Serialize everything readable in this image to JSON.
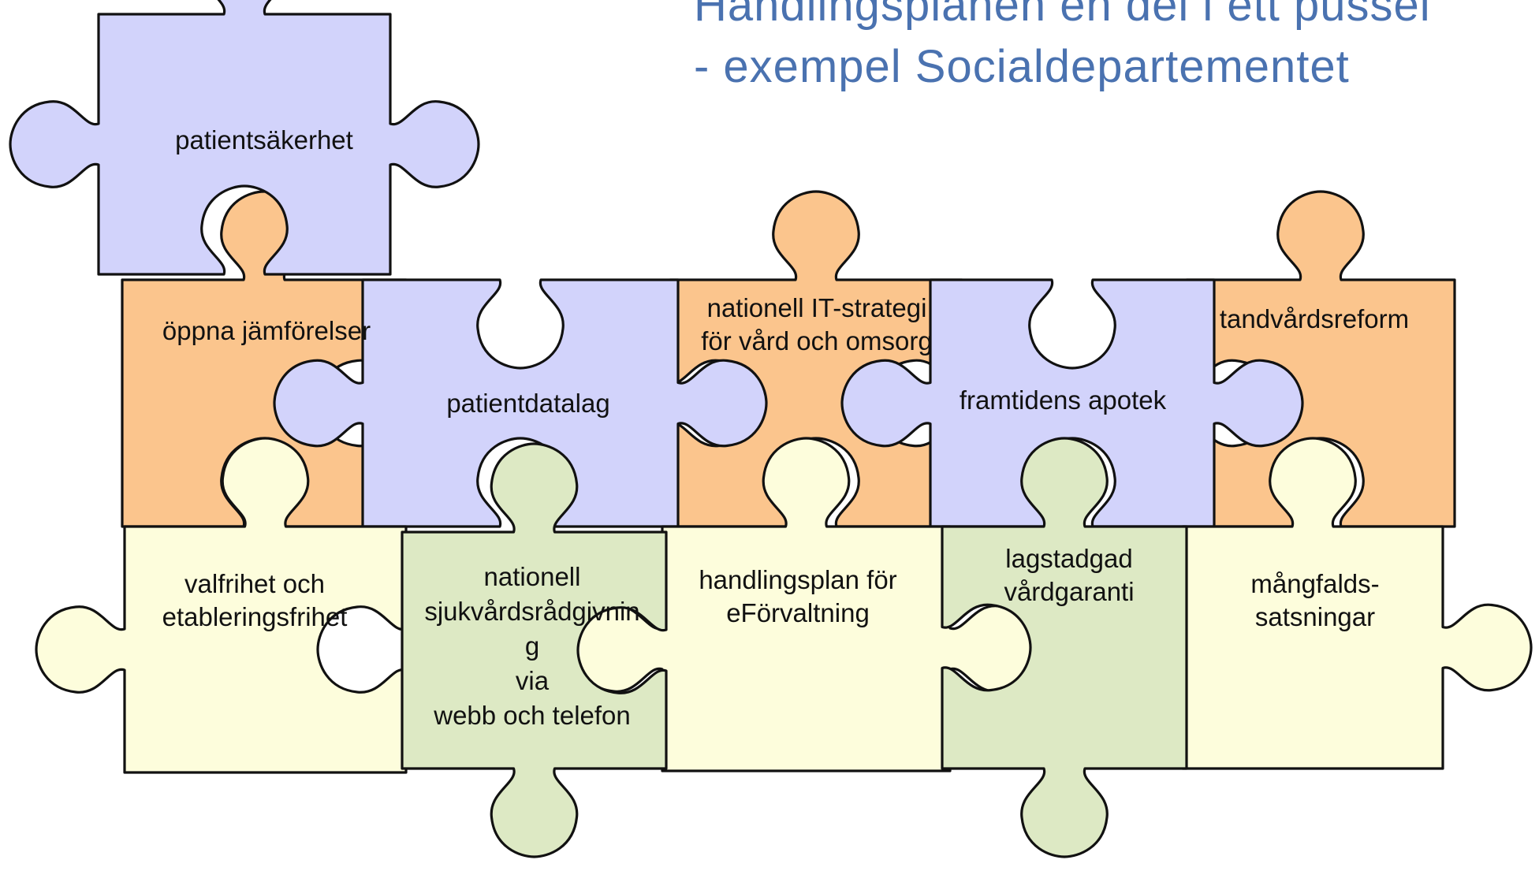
{
  "title": {
    "line1": "Handlingsplanen en del i ett pussel",
    "line2": "- exempel Socialdepartementet",
    "color": "#4a72b0"
  },
  "colors": {
    "blue": "#d2d3fb",
    "orange": "#fbc58d",
    "cream": "#fdfddc",
    "green": "#dde9c4",
    "outline": "#111111"
  },
  "pieces": [
    {
      "id": "patientsakerhet",
      "color": "blue",
      "icon": "puzzle-piece-icon",
      "lines": [
        "patientsäkerhet"
      ]
    },
    {
      "id": "oppna-jamforelser",
      "color": "orange",
      "icon": "puzzle-piece-icon",
      "lines": [
        "öppna jämförelser"
      ]
    },
    {
      "id": "patientdatalag",
      "color": "blue",
      "icon": "puzzle-piece-icon",
      "lines": [
        "patientdatalag"
      ]
    },
    {
      "id": "nationell-it-strategi",
      "color": "orange",
      "icon": "puzzle-piece-icon",
      "lines": [
        "nationell IT-strategi",
        "för vård och omsorg"
      ]
    },
    {
      "id": "framtidens-apotek",
      "color": "blue",
      "icon": "puzzle-piece-icon",
      "lines": [
        "framtidens apotek"
      ]
    },
    {
      "id": "tandvardsreform",
      "color": "orange",
      "icon": "puzzle-piece-icon",
      "lines": [
        "tandvårdsreform"
      ]
    },
    {
      "id": "valfrihet",
      "color": "cream",
      "icon": "puzzle-piece-icon",
      "lines": [
        "valfrihet och",
        "etableringsfrihet"
      ]
    },
    {
      "id": "sjukvardsradgivning",
      "color": "green",
      "icon": "puzzle-piece-icon",
      "lines": [
        "nationell",
        "sjukvårdsrådgivnin",
        "g",
        "via",
        "webb och telefon"
      ]
    },
    {
      "id": "handlingsplan-eforvaltning",
      "color": "cream",
      "icon": "puzzle-piece-icon",
      "lines": [
        "handlingsplan för",
        "eFörvaltning"
      ]
    },
    {
      "id": "vardgaranti",
      "color": "green",
      "icon": "puzzle-piece-icon",
      "lines": [
        "lagstadgad",
        "vårdgaranti"
      ]
    },
    {
      "id": "mangfaldssatsningar",
      "color": "cream",
      "icon": "puzzle-piece-icon",
      "lines": [
        "mångfalds-",
        "satsningar"
      ]
    }
  ]
}
